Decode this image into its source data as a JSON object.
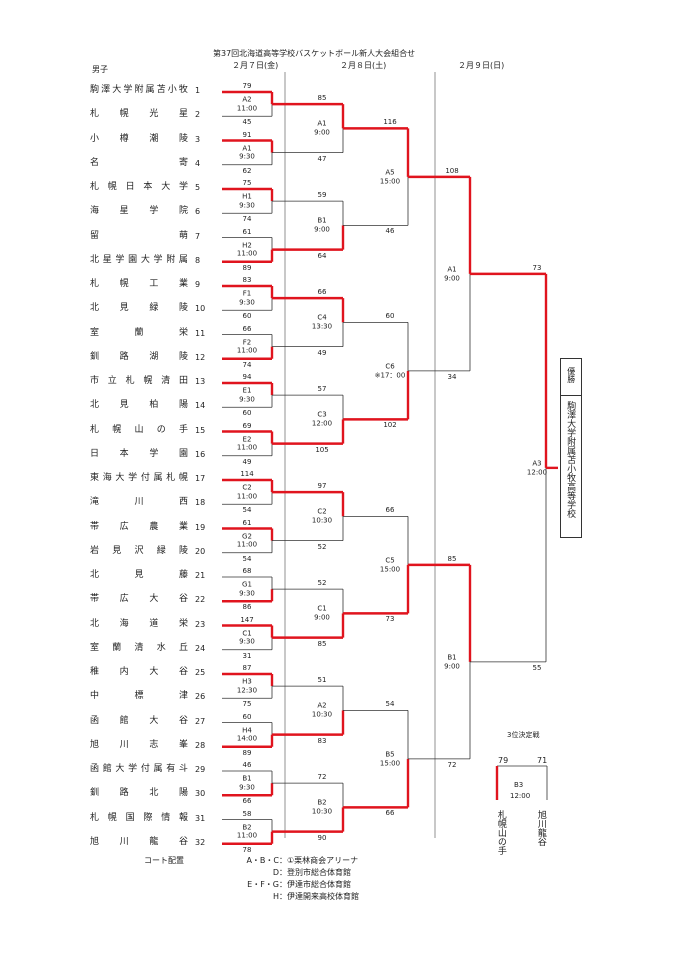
{
  "header": {
    "title": "第37回北海道高等学校バスケットボール新人大会組合せ",
    "division": "男子",
    "day1": "２月７日(金)",
    "day2": "２月８日(土)",
    "day3": "２月９日(日)"
  },
  "teams": [
    {
      "no": "1",
      "name": "駒澤大学附属苫小牧"
    },
    {
      "no": "2",
      "name": "札幌光星"
    },
    {
      "no": "3",
      "name": "小樽潮陵"
    },
    {
      "no": "4",
      "name": "名寄"
    },
    {
      "no": "5",
      "name": "札幌日本大学"
    },
    {
      "no": "6",
      "name": "海星学院"
    },
    {
      "no": "7",
      "name": "留萌"
    },
    {
      "no": "8",
      "name": "北星学園大学附属"
    },
    {
      "no": "9",
      "name": "札幌工業"
    },
    {
      "no": "10",
      "name": "北見緑陵"
    },
    {
      "no": "11",
      "name": "室蘭栄"
    },
    {
      "no": "12",
      "name": "釧路湖陵"
    },
    {
      "no": "13",
      "name": "市立札幌清田"
    },
    {
      "no": "14",
      "name": "北見柏陽"
    },
    {
      "no": "15",
      "name": "札幌山の手"
    },
    {
      "no": "16",
      "name": "日本学園"
    },
    {
      "no": "17",
      "name": "東海大学付属札幌"
    },
    {
      "no": "18",
      "name": "滝川西"
    },
    {
      "no": "19",
      "name": "帯広農業"
    },
    {
      "no": "20",
      "name": "岩見沢緑陵"
    },
    {
      "no": "21",
      "name": "北見藤"
    },
    {
      "no": "22",
      "name": "帯広大谷"
    },
    {
      "no": "23",
      "name": "北海道栄"
    },
    {
      "no": "24",
      "name": "室蘭清水丘"
    },
    {
      "no": "25",
      "name": "稚内大谷"
    },
    {
      "no": "26",
      "name": "中標津"
    },
    {
      "no": "27",
      "name": "函館大谷"
    },
    {
      "no": "28",
      "name": "旭川志峯"
    },
    {
      "no": "29",
      "name": "函館大学付属有斗"
    },
    {
      "no": "30",
      "name": "釧路北陽"
    },
    {
      "no": "31",
      "name": "札幌国際情報"
    },
    {
      "no": "32",
      "name": "旭川龍谷"
    }
  ],
  "round1": [
    {
      "code": "A2",
      "time": "11:00",
      "s1": "79",
      "s2": "45",
      "winner": 0
    },
    {
      "code": "A1",
      "time": "9:30",
      "s1": "91",
      "s2": "62",
      "winner": 0
    },
    {
      "code": "H1",
      "time": "9:30",
      "s1": "75",
      "s2": "74",
      "winner": 0
    },
    {
      "code": "H2",
      "time": "11:00",
      "s1": "61",
      "s2": "89",
      "winner": 1
    },
    {
      "code": "F1",
      "time": "9:30",
      "s1": "83",
      "s2": "60",
      "winner": 0
    },
    {
      "code": "F2",
      "time": "11:00",
      "s1": "66",
      "s2": "74",
      "winner": 1
    },
    {
      "code": "E1",
      "time": "9:30",
      "s1": "94",
      "s2": "60",
      "winner": 0
    },
    {
      "code": "E2",
      "time": "11:00",
      "s1": "69",
      "s2": "49",
      "winner": 0
    },
    {
      "code": "C2",
      "time": "11:00",
      "s1": "114",
      "s2": "54",
      "winner": 0
    },
    {
      "code": "G2",
      "time": "11:00",
      "s1": "61",
      "s2": "54",
      "winner": 0
    },
    {
      "code": "G1",
      "time": "9:30",
      "s1": "68",
      "s2": "86",
      "winner": 1
    },
    {
      "code": "C1",
      "time": "9:30",
      "s1": "147",
      "s2": "31",
      "winner": 0
    },
    {
      "code": "H3",
      "time": "12:30",
      "s1": "87",
      "s2": "75",
      "winner": 0
    },
    {
      "code": "H4",
      "time": "14:00",
      "s1": "60",
      "s2": "89",
      "winner": 1
    },
    {
      "code": "B1",
      "time": "9:30",
      "s1": "46",
      "s2": "66",
      "winner": 1
    },
    {
      "code": "B2",
      "time": "11:00",
      "s1": "58",
      "s2": "78",
      "winner": 1
    }
  ],
  "round2": [
    {
      "code": "A1",
      "time": "9:00",
      "s1": "85",
      "s2": "47",
      "winner": 0
    },
    {
      "code": "B1",
      "time": "9:00",
      "s1": "59",
      "s2": "64",
      "winner": 1
    },
    {
      "code": "C4",
      "time": "13:30",
      "s1": "66",
      "s2": "49",
      "winner": 0
    },
    {
      "code": "C3",
      "time": "12:00",
      "s1": "57",
      "s2": "105",
      "winner": 1
    },
    {
      "code": "C2",
      "time": "10:30",
      "s1": "97",
      "s2": "52",
      "winner": 0
    },
    {
      "code": "C1",
      "time": "9:00",
      "s1": "52",
      "s2": "85",
      "winner": 1
    },
    {
      "code": "A2",
      "time": "10:30",
      "s1": "51",
      "s2": "83",
      "winner": 1
    },
    {
      "code": "B2",
      "time": "10:30",
      "s1": "72",
      "s2": "90",
      "winner": 1
    }
  ],
  "round3": [
    {
      "code": "A5",
      "time": "15:00",
      "s1": "116",
      "s2": "46",
      "winner": 0
    },
    {
      "code": "C6",
      "time": "※17：00",
      "s1": "60",
      "s2": "102",
      "winner": 1
    },
    {
      "code": "C5",
      "time": "15:00",
      "s1": "66",
      "s2": "73",
      "winner": 1
    },
    {
      "code": "B5",
      "time": "15:00",
      "s1": "54",
      "s2": "66",
      "winner": 1
    }
  ],
  "semis": [
    {
      "code": "A1",
      "time": "9:00",
      "s1": "108",
      "s2": "34",
      "winner": 0
    },
    {
      "code": "B1",
      "time": "9:00",
      "s1": "85",
      "s2": "72",
      "winner": 0
    }
  ],
  "final": {
    "code": "A3",
    "time": "12:00",
    "s1": "73",
    "s2": "55",
    "winner": 0
  },
  "champion": {
    "label": "優勝",
    "name": "駒澤大学附属苫小牧高等学校"
  },
  "third_place": {
    "label": "3位決定戦",
    "code": "B3",
    "time": "12:00",
    "left_score": "79",
    "right_score": "71",
    "left_team": "札幌山の手",
    "right_team": "旭川龍谷"
  },
  "venues": {
    "label": "コート配置",
    "rows": [
      {
        "courts": "A・B・C",
        "venue": "：①栗林商会アリーナ"
      },
      {
        "courts": "D",
        "venue": "：登別市総合体育館"
      },
      {
        "courts": "E・F・G",
        "venue": "：伊達市総合体育館"
      },
      {
        "courts": "H",
        "venue": "：伊達開来高校体育館"
      }
    ]
  },
  "colors": {
    "winner_line": "#e0141e",
    "line": "#333333",
    "divider": "#777777"
  }
}
